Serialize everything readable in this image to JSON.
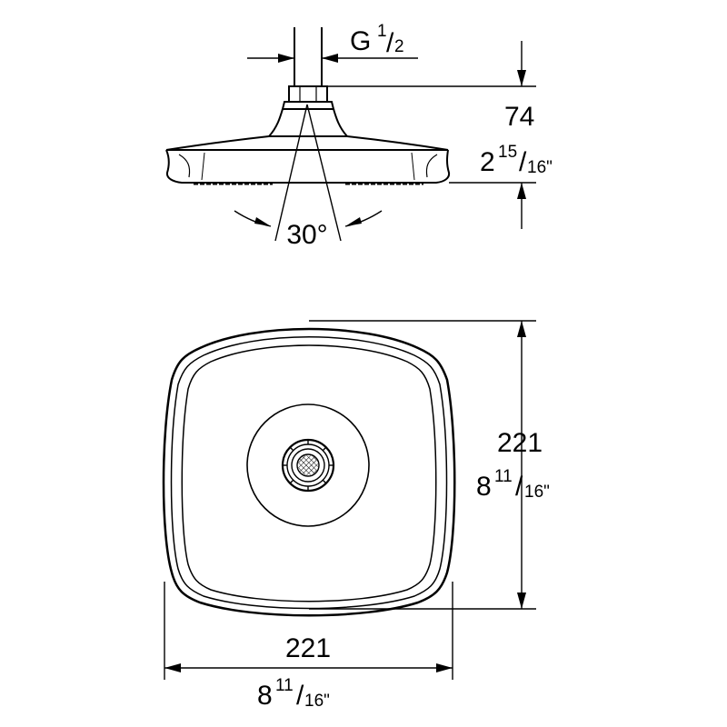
{
  "labels": {
    "thread_main": "G",
    "thread_num": "1",
    "thread_den": "2",
    "height_mm": "74",
    "height_in_whole": "2",
    "height_in_num": "15",
    "height_in_den": "16\"",
    "angle": "30°",
    "depth_mm": "221",
    "depth_in_whole": "8",
    "depth_in_num": "11",
    "depth_in_den": "16\"",
    "width_mm": "221",
    "width_in_whole": "8",
    "width_in_num": "11",
    "width_in_den": "16\""
  },
  "colors": {
    "line": "#000000",
    "background": "#ffffff"
  }
}
